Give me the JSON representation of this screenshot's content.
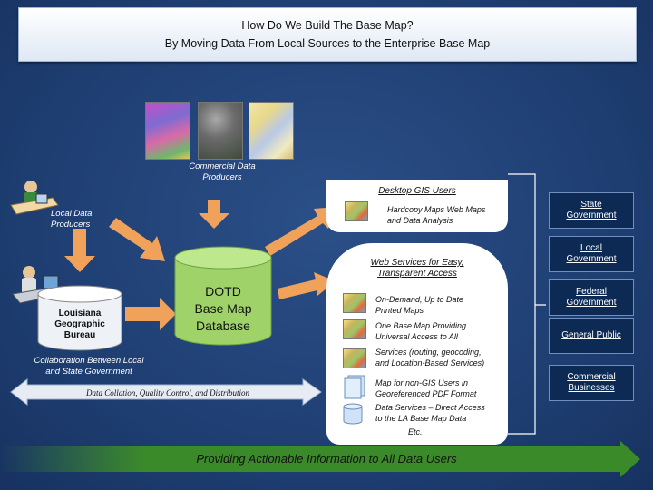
{
  "title": {
    "line1": "How Do We Build The Base Map?",
    "line2": "By Moving Data From Local Sources to the Enterprise Base Map"
  },
  "left": {
    "commercial_producers": "Commercial Data\nProducers",
    "local_producers": "Local Data\nProducers",
    "bureau": "Louisiana\nGeographic\nBureau",
    "collaboration": "Collaboration Between Local\nand State Government",
    "arrow_text": "Data Collation, Quality Control, and Distribution"
  },
  "database": {
    "label": "DOTD\nBase Map\nDatabase"
  },
  "desktop_panel": {
    "header": "Desktop GIS Users",
    "item": "Hardcopy Maps Web Maps\nand Data Analysis"
  },
  "web_panel": {
    "header": "Web Services for Easy,\nTransparent Access",
    "items": [
      "On-Demand, Up to Date\nPrinted Maps",
      "One Base Map Providing\nUniversal Access to All",
      "Services (routing, geocoding,\nand Location-Based Services)",
      "Map for non-GIS Users in\nGeoreferenced PDF Format",
      "Data Services – Direct Access\nto the LA Base Map Data",
      "Etc."
    ]
  },
  "right_boxes": [
    "State\nGovernment",
    "Local\nGovernment",
    "Federal\nGovernment",
    "General Public",
    "Commercial\nBusinesses"
  ],
  "bottom_banner": "Providing Actionable Information to All Data Users",
  "colors": {
    "background": "#1f3f73",
    "arrow_orange": "#f0a15a",
    "database_green": "#9fd36a",
    "banner_green": "#3b8a2a",
    "right_box": "#0d2a55"
  }
}
